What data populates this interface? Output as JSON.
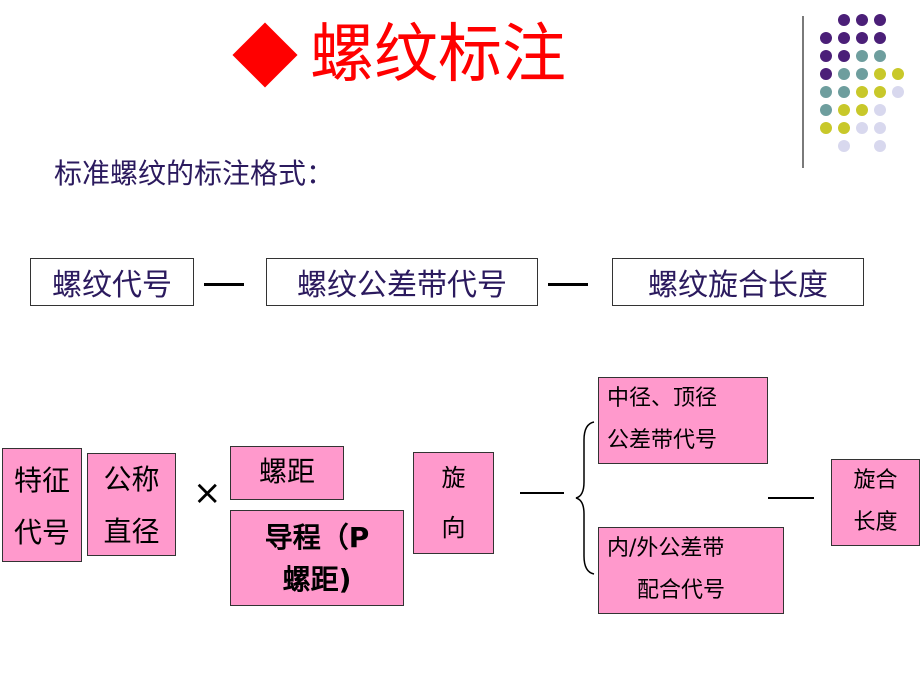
{
  "title": "螺纹标注",
  "subtitle": "标准螺纹的标注格式：",
  "format_row": {
    "box1": "螺纹代号",
    "box2": "螺纹公差带代号",
    "box3": "螺纹旋合长度",
    "separator": "—"
  },
  "diagram": {
    "feature_code": [
      "特征",
      "代号"
    ],
    "nominal_diameter": [
      "公称",
      "直径"
    ],
    "times_sign": "×",
    "pitch": "螺距",
    "lead": [
      "导程（P",
      "螺距)"
    ],
    "direction": [
      "旋",
      "向"
    ],
    "pitch_tolerance": [
      "中径、顶径",
      "公差带代号"
    ],
    "fit_code": [
      "内/外公差带",
      "配合代号"
    ],
    "engagement_length": [
      "旋合",
      "长度"
    ]
  },
  "colors": {
    "title": "#ff0000",
    "subtitle": "#2b1a5e",
    "pink_box": "#ff99cc",
    "deco_purple": "#4b1f78",
    "deco_teal": "#6e9e9e",
    "deco_yellow": "#c8c82a",
    "deco_lavender": "#d8d8ee"
  }
}
